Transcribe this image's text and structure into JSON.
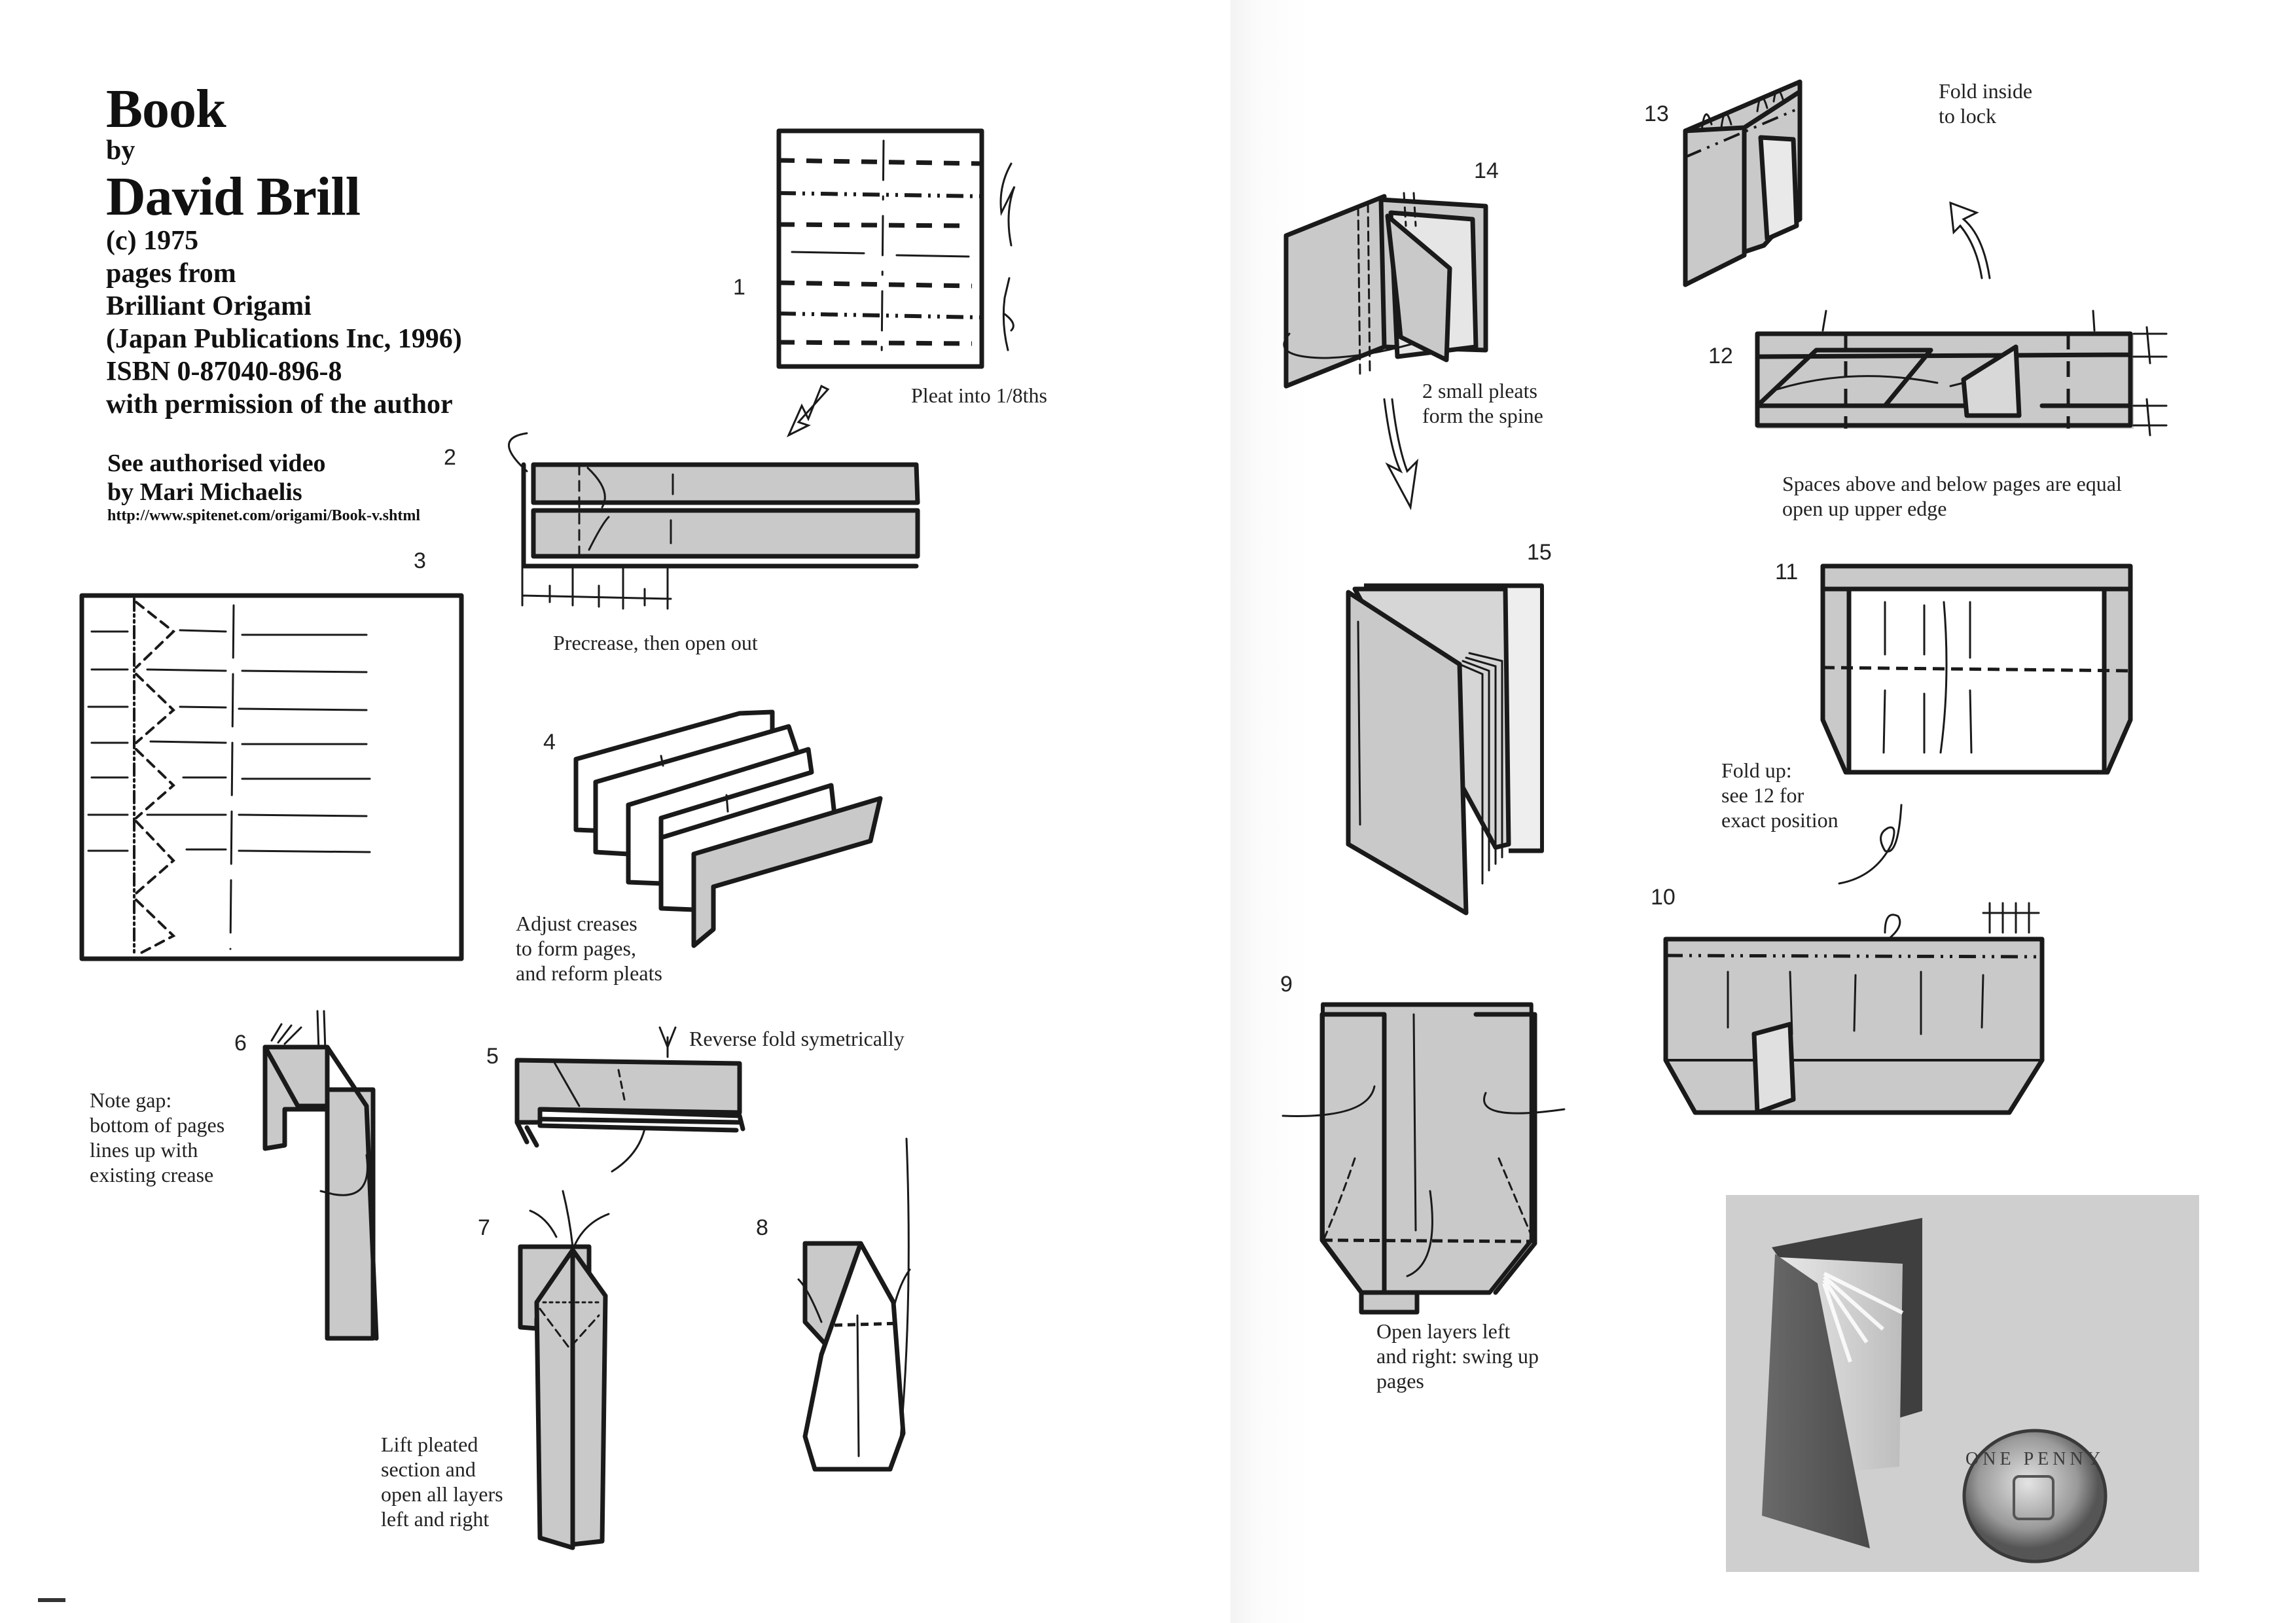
{
  "header": {
    "title": "Book",
    "by": "by",
    "author": "David Brill",
    "copyright": "(c) 1975",
    "pages_from": "pages from",
    "book_title": "Brilliant Origami",
    "publisher": "(Japan Publications Inc, 1996)",
    "isbn": "ISBN 0-87040-896-8",
    "permission": "with permission of the author"
  },
  "video": {
    "line1": "See authorised video",
    "line2": "by Mari Michaelis",
    "url": "http://www.spitenet.com/origami/Book-v.shtml"
  },
  "steps": {
    "s1": {
      "number": "1",
      "caption": "Pleat into 1/8ths"
    },
    "s2": {
      "number": "2",
      "caption": "Precrease, then open out"
    },
    "s3": {
      "number": "3"
    },
    "s4": {
      "number": "4",
      "caption": [
        "Adjust creases",
        "to form pages,",
        "and reform pleats"
      ]
    },
    "s5": {
      "number": "5",
      "caption": "Reverse fold symetrically"
    },
    "s6": {
      "number": "6",
      "caption": [
        "Note gap:",
        "bottom of pages",
        "lines up with",
        "existing crease"
      ]
    },
    "s7": {
      "number": "7",
      "caption": [
        "Lift pleated",
        "section and",
        "open all layers",
        "left and right"
      ]
    },
    "s8": {
      "number": "8"
    },
    "s9": {
      "number": "9",
      "caption": [
        "Open layers left",
        "and right: swing up",
        "pages"
      ]
    },
    "s10": {
      "number": "10"
    },
    "s11": {
      "number": "11",
      "caption": [
        "Fold up:",
        "see 12 for",
        "exact position"
      ]
    },
    "s12": {
      "number": "12",
      "caption": [
        "Spaces above and below pages are equal",
        "open up upper edge"
      ]
    },
    "s13": {
      "number": "13",
      "caption": [
        "Fold inside",
        "to lock"
      ]
    },
    "s14": {
      "number": "14",
      "caption": [
        "2 small pleats",
        "form the spine"
      ]
    },
    "s15": {
      "number": "15"
    }
  },
  "photo": {
    "coin_text": "ONE PENNY"
  },
  "colors": {
    "paper_gray": "#c9c9c9",
    "ink": "#1a1a1a",
    "photo_bg": "#cfcfcf"
  }
}
